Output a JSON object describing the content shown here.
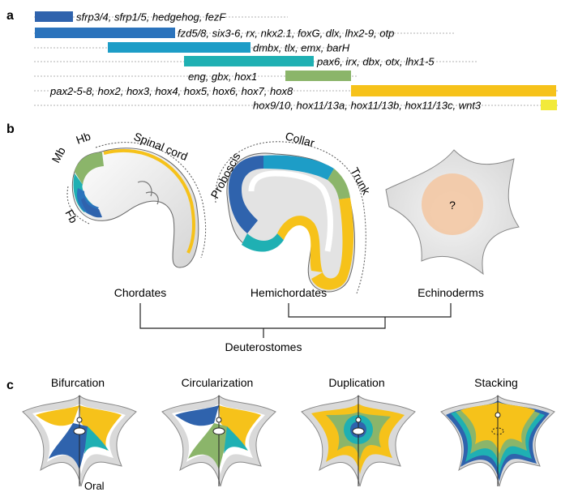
{
  "panels": {
    "a": "a",
    "b": "b",
    "c": "c"
  },
  "gene_rows": [
    {
      "label": "sfrp3/4, sfrp1/5, hedgehog, fezF",
      "color": "#2f63ad"
    },
    {
      "label": "fzd5/8, six3-6, rx, nkx2.1, foxG, dlx, lhx2-9, otp",
      "color": "#2b73bc"
    },
    {
      "label": "dmbx, tlx, emx, barH",
      "color": "#1d9dc7"
    },
    {
      "label": "pax6, irx, dbx, otx, lhx1-5",
      "color": "#1fb0b3"
    },
    {
      "label": "eng, gbx, hox1",
      "color": "#8bb56a"
    },
    {
      "label": "pax2-5-8, hox2, hox3, hox4, hox5, hox6, hox7, hox8",
      "color": "#f6c21a"
    },
    {
      "label": "hox9/10, hox11/13a, hox11/13b, hox11/13c, wnt3",
      "color": "#f2ea3a"
    }
  ],
  "chordate_labels": {
    "mb": "Mb",
    "hb": "Hb",
    "spinal": "Spinal cord",
    "fb": "Fb"
  },
  "hemichordate_labels": {
    "proboscis": "Proboscis",
    "collar": "Collar",
    "trunk": "Trunk"
  },
  "echinoderm_label": "?",
  "tree": {
    "chordates": "Chordates",
    "hemichordates": "Hemichordates",
    "echinoderms": "Echinoderms",
    "deuterostomes": "Deuterostomes"
  },
  "models": [
    "Bifurcation",
    "Circularization",
    "Duplication",
    "Stacking"
  ],
  "oral_label": "Oral",
  "colors": {
    "blue": "#2f63ad",
    "mid_blue": "#2b73bc",
    "cyan": "#1d9dc7",
    "teal": "#1fb0b3",
    "green": "#8bb56a",
    "yellow": "#f6c21a",
    "pale_yellow": "#f2ea3a",
    "tissue": "#e6e6e6",
    "outline": "#555555",
    "peach": "#f3c8a4"
  }
}
